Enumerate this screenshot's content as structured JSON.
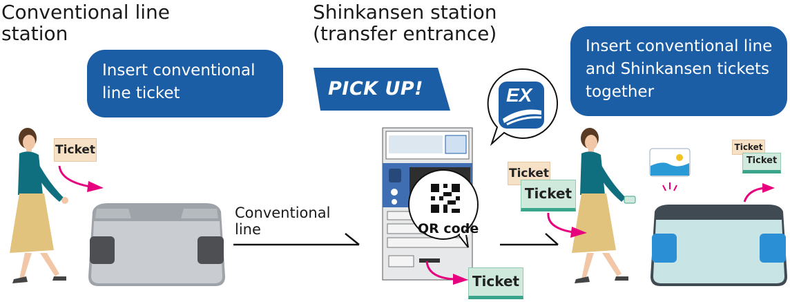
{
  "headings": {
    "conventional_station": "Conventional line\nstation",
    "shinkansen_station": "Shinkansen station\n(transfer entrance)"
  },
  "bubbles": {
    "left": "Insert conventional\nline ticket",
    "right": "Insert conventional line\nand Shinkansen tickets\ntogether"
  },
  "pickup_banner": "PICK UP!",
  "tickets": {
    "ticket_label": "Ticket"
  },
  "conventional_line_label": "Conventional\nline",
  "qr_label": "QR code",
  "ex_logo": "EX",
  "colors": {
    "brand_blue": "#1b5ea6",
    "arrow_magenta": "#e6007e",
    "ticket_orange": "#f7e1c6",
    "ticket_teal": "#cfeadd"
  }
}
